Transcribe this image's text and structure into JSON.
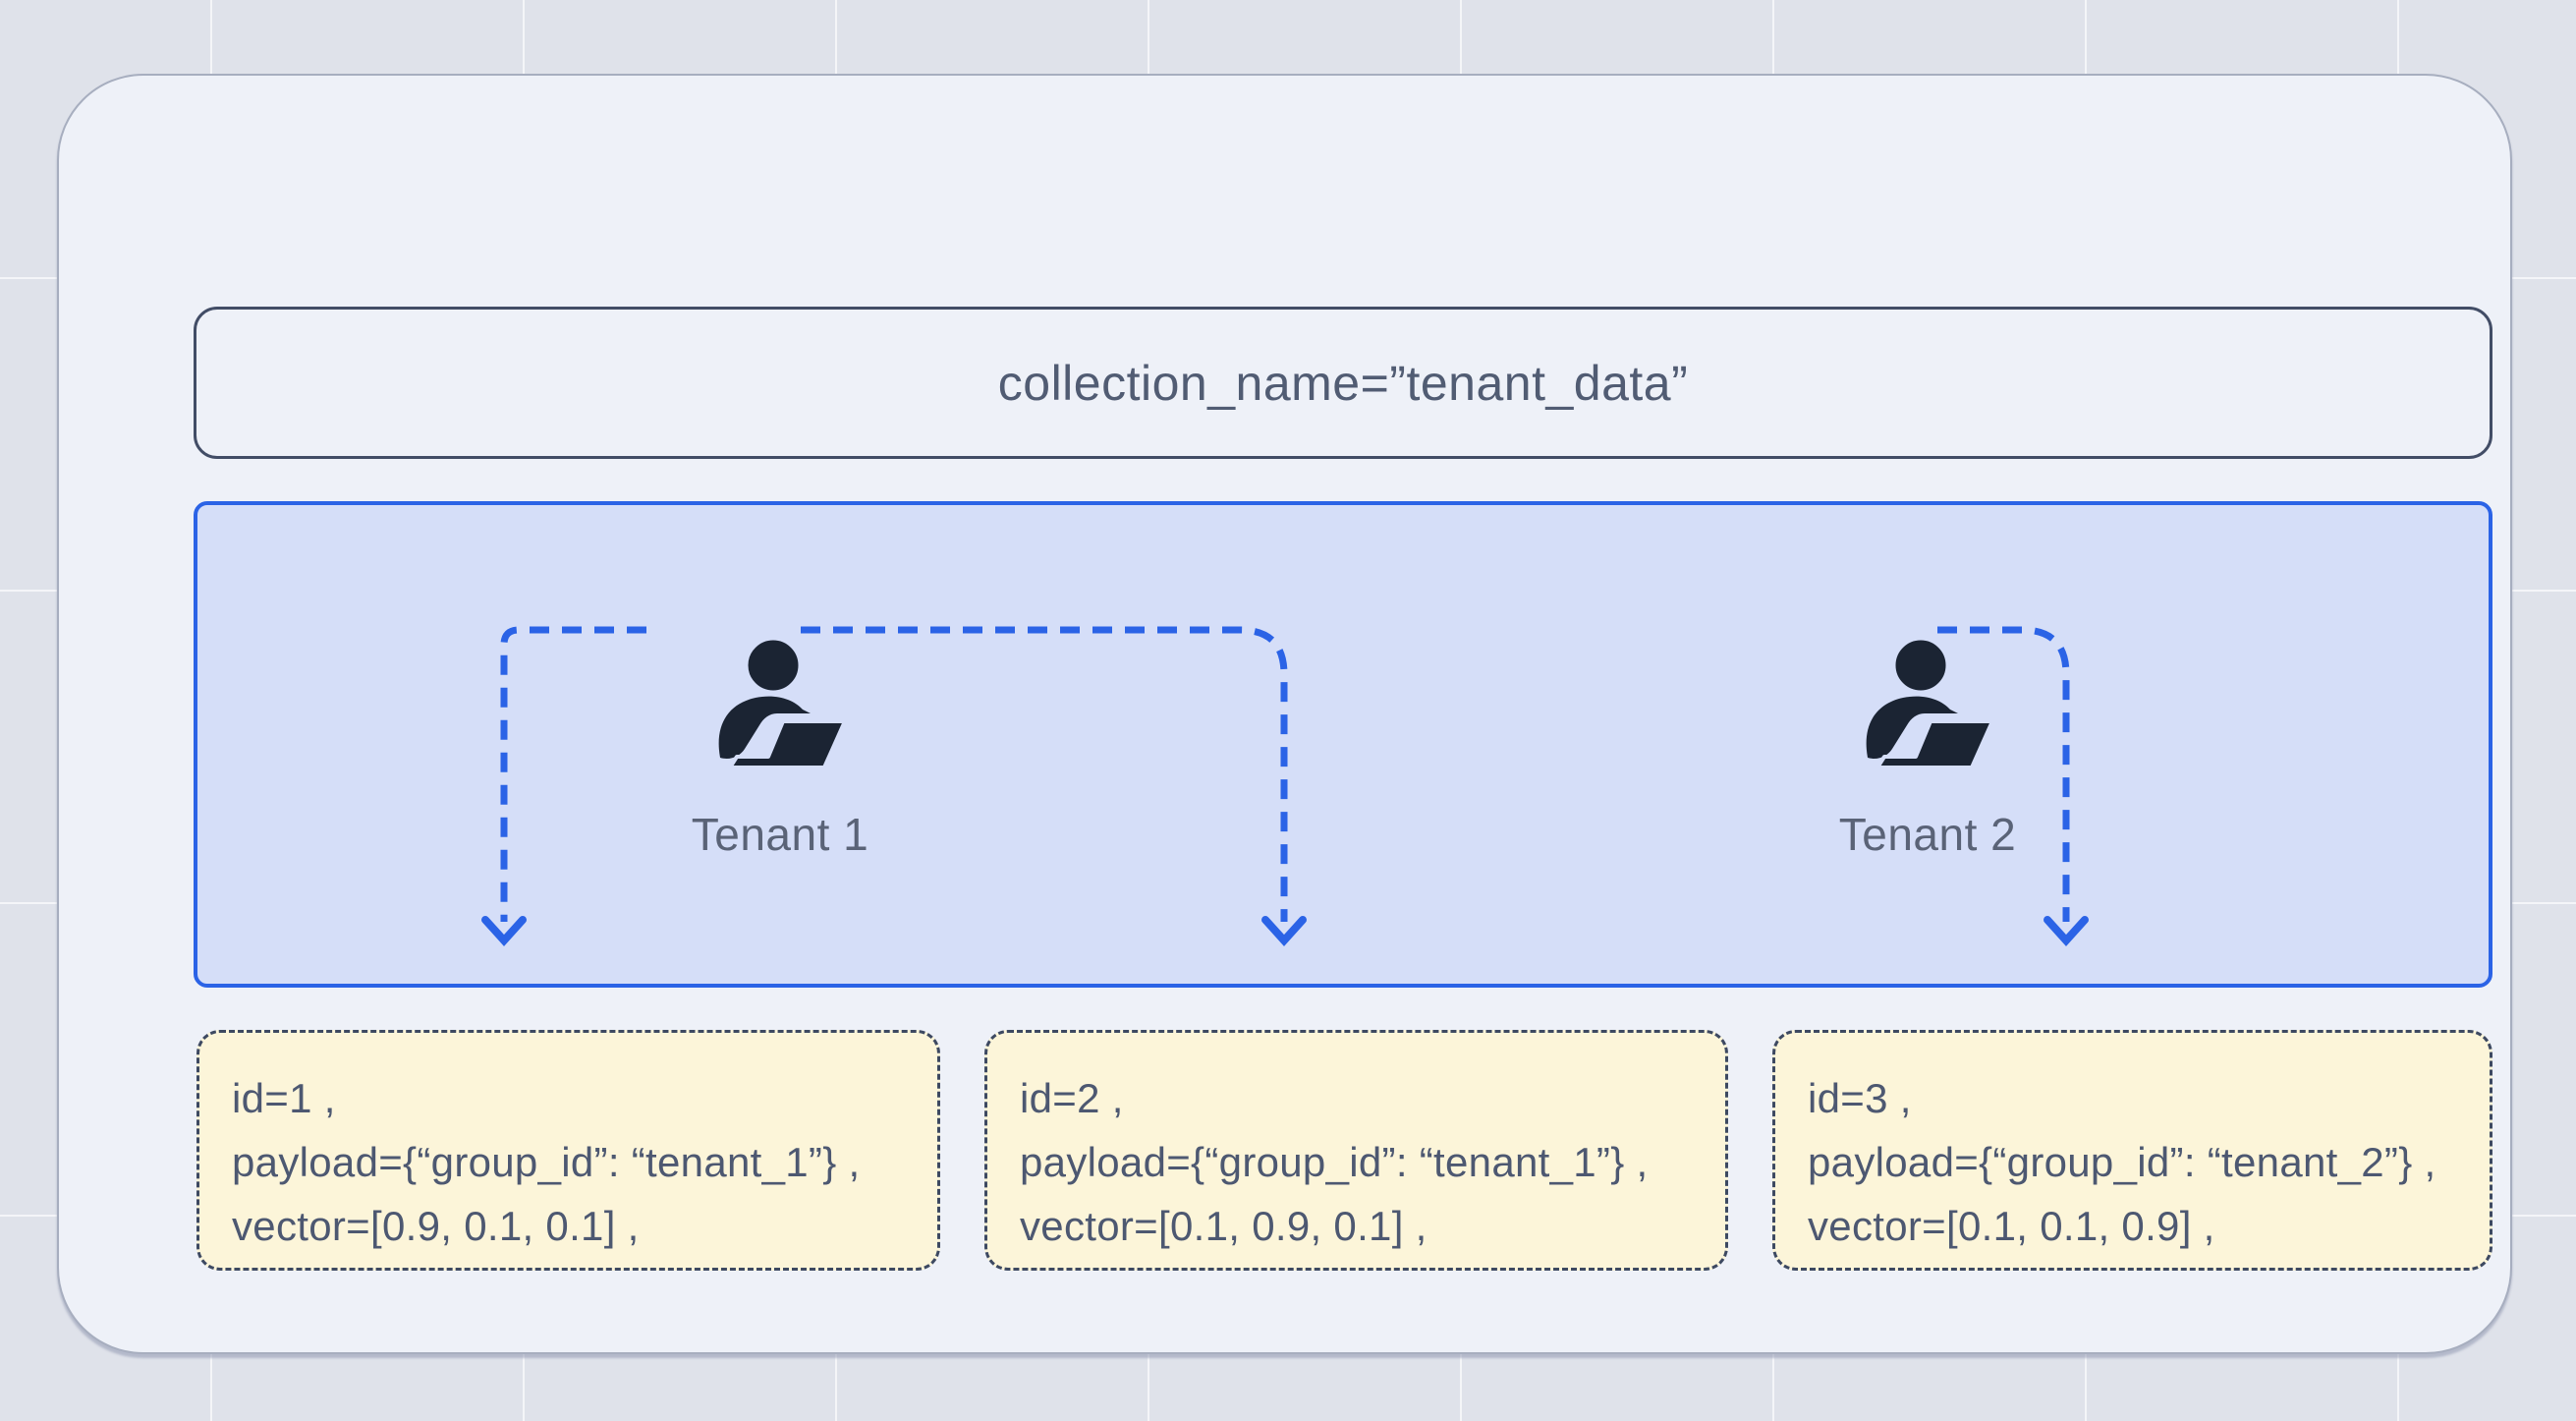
{
  "colors": {
    "accent_blue": "#2b63e6",
    "panel_fill": "#d5def8",
    "record_fill": "#fcf5d9",
    "outline_dark": "#3d4961",
    "text_dark": "#4d5871",
    "icon_fill": "#1b2433"
  },
  "collection_box": {
    "label": "collection_name=”tenant_data”"
  },
  "tenants": [
    {
      "label": "Tenant 1"
    },
    {
      "label": "Tenant 2"
    }
  ],
  "records": [
    {
      "lines": [
        "id=1 ,",
        "payload={“group_id”: “tenant_1”} ,",
        "vector=[0.9, 0.1, 0.1] ,"
      ]
    },
    {
      "lines": [
        "id=2 ,",
        "payload={“group_id”: “tenant_1”} ,",
        "vector=[0.1, 0.9, 0.1] ,"
      ]
    },
    {
      "lines": [
        "id=3 ,",
        "payload={“group_id”: “tenant_2”} ,",
        "vector=[0.1, 0.1, 0.9] ,"
      ]
    }
  ]
}
